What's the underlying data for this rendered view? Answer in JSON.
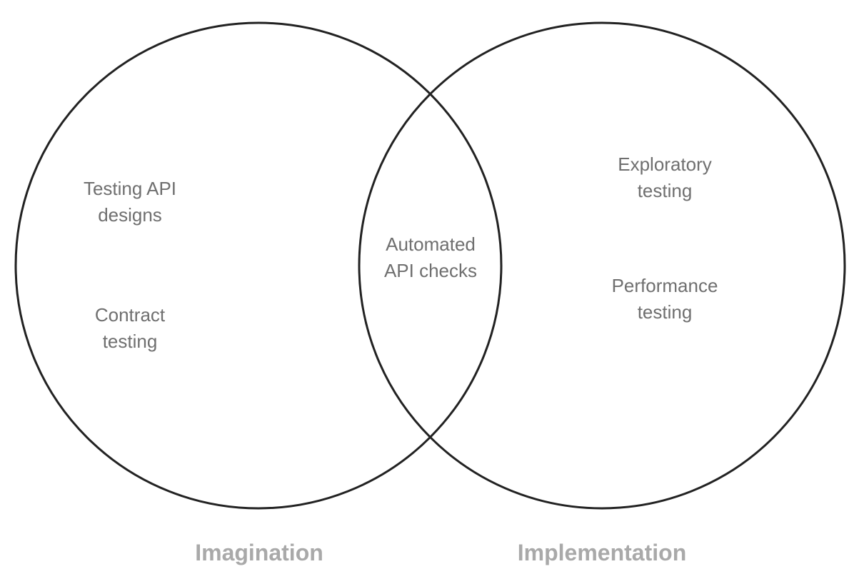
{
  "sets": {
    "left": {
      "label": "Imagination"
    },
    "right": {
      "label": "Implementation"
    }
  },
  "regions": {
    "left_only": [
      {
        "lines": [
          "Testing API",
          "designs"
        ]
      },
      {
        "lines": [
          "Contract",
          "testing"
        ]
      }
    ],
    "overlap": [
      {
        "lines": [
          "Automated",
          "API checks"
        ]
      }
    ],
    "right_only": [
      {
        "lines": [
          "Exploratory",
          "testing"
        ]
      },
      {
        "lines": [
          "Performance",
          "testing"
        ]
      }
    ]
  },
  "colors": {
    "outline": "#222222",
    "item_text": "#6f6f6f",
    "set_label_text": "#a9a9a9"
  }
}
